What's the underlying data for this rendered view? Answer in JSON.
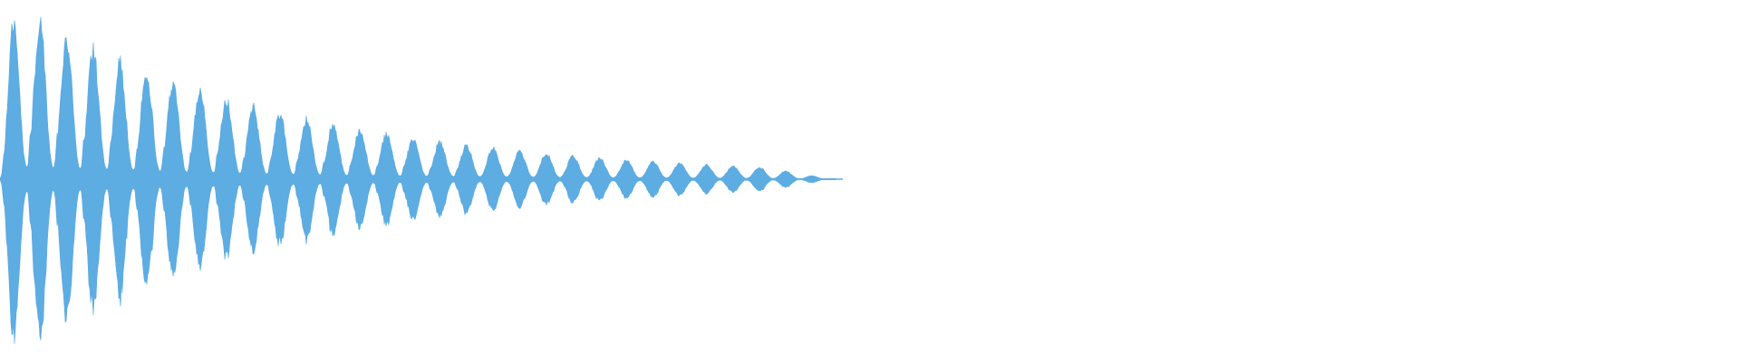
{
  "waveform": {
    "color": "#5DACE2",
    "duration_fraction": 0.48,
    "pulse_count": 31,
    "decay": "exponential",
    "background": "#FFFFFF"
  }
}
